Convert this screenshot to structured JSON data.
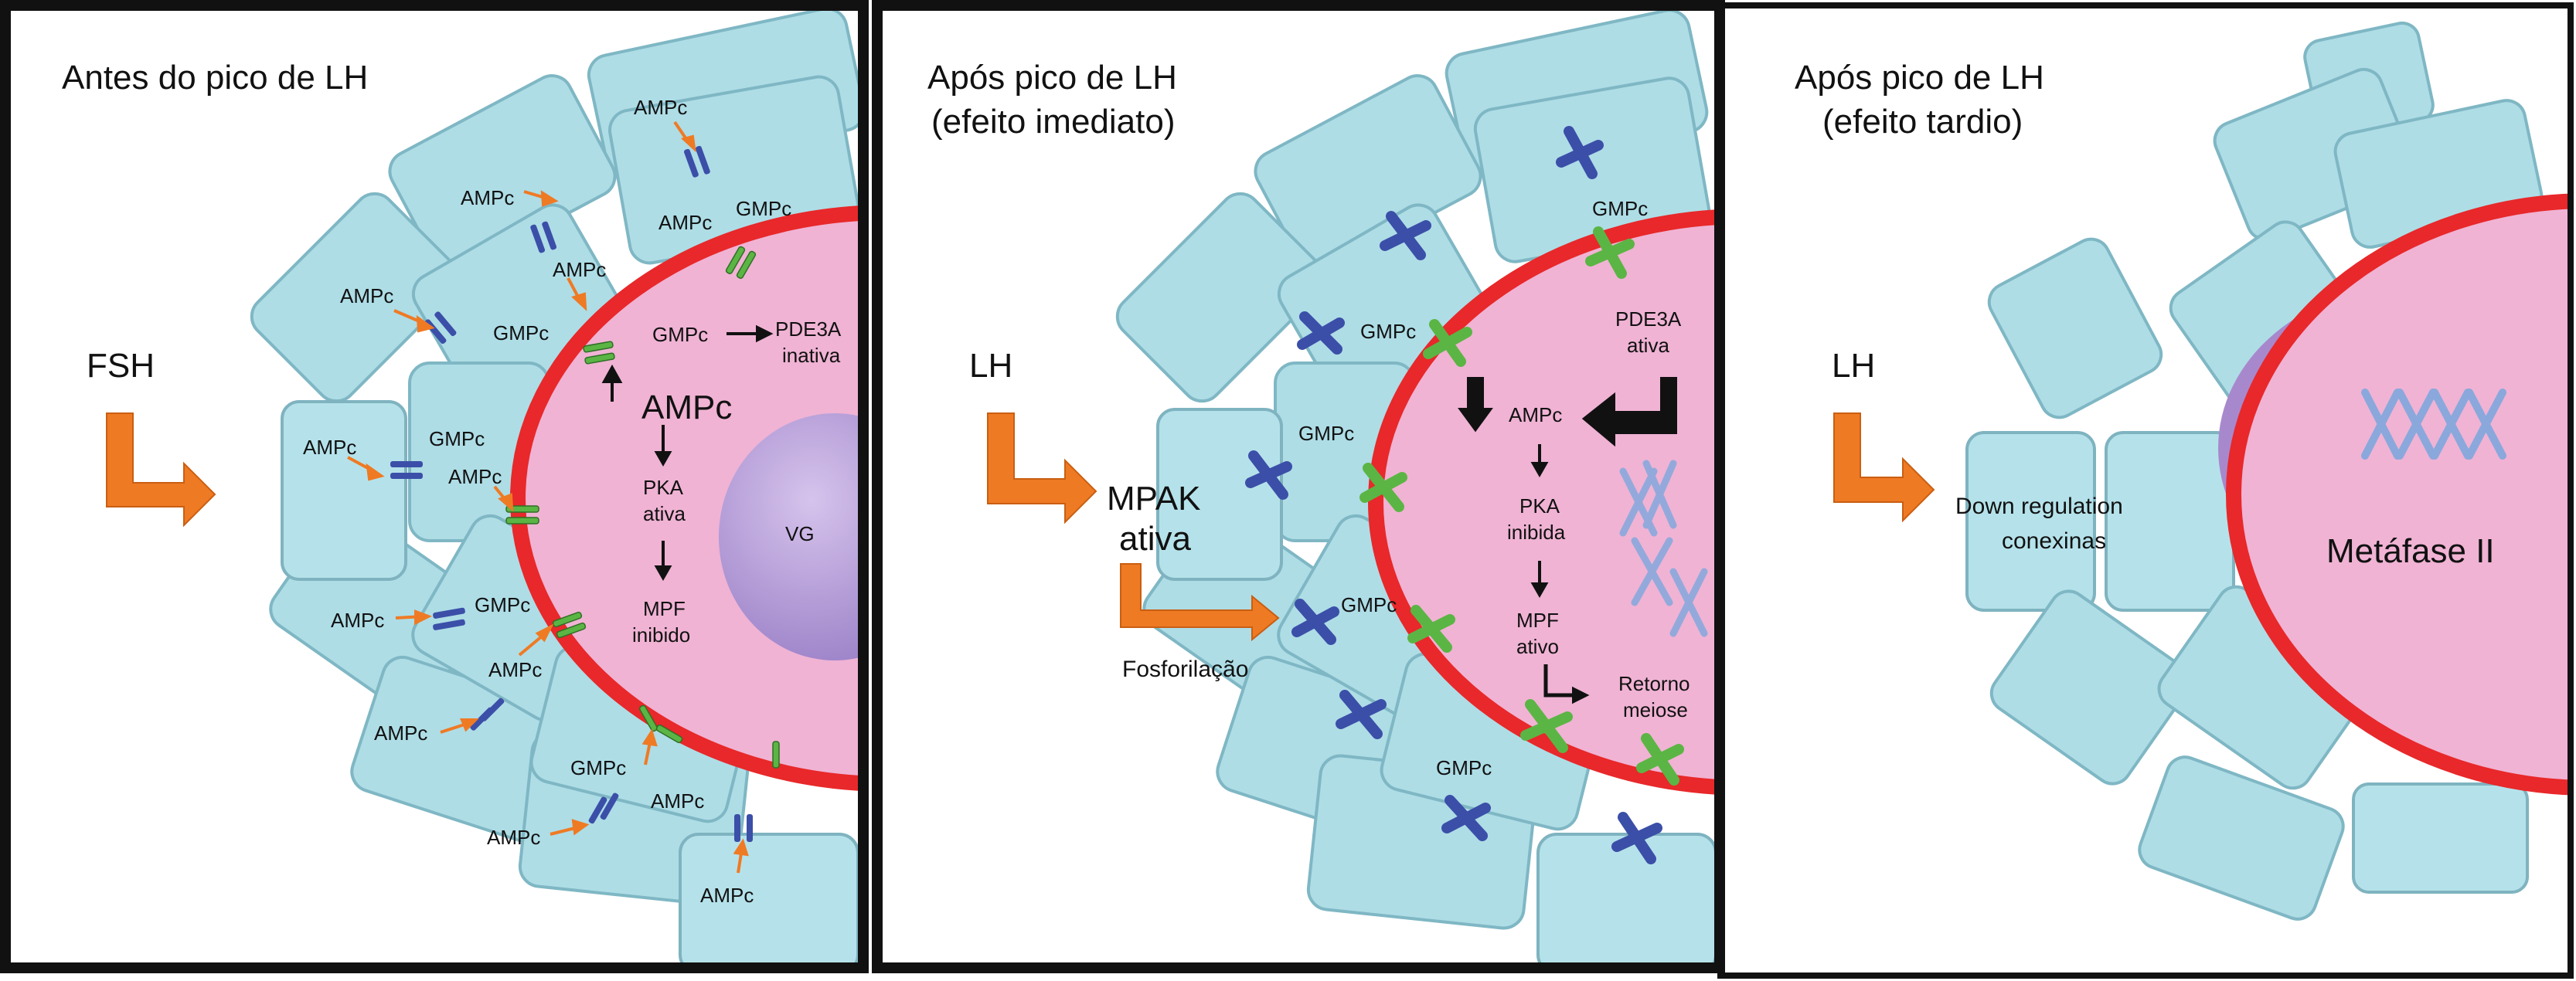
{
  "panels": [
    {
      "title_line1": "Antes do pico de LH",
      "title_line2": "",
      "stimulus": "FSH",
      "labels": {
        "ampc": "AMPc",
        "gmpc": "GMPc",
        "ampc_center": "AMPc",
        "pde3a": "PDE3A",
        "pde3a_state": "inativa",
        "pka": "PKA",
        "pka_state": "ativa",
        "mpf": "MPF",
        "mpf_state": "inibido",
        "vg": "VG"
      }
    },
    {
      "title_line1": "Após pico de LH",
      "title_line2": "(efeito imediato)",
      "stimulus": "LH",
      "labels": {
        "mpak": "MPAK",
        "mpak_state": "ativa",
        "fosforilacao": "Fosforilação",
        "gmpc": "GMPc",
        "pde3a": "PDE3A",
        "pde3a_state": "ativa",
        "ampc": "AMPc",
        "pka": "PKA",
        "pka_state": "inibida",
        "mpf": "MPF",
        "mpf_state": "ativo",
        "retorno": "Retorno",
        "meiose": "meiose"
      }
    },
    {
      "title_line1": "Após pico de LH",
      "title_line2": "(efeito tardio)",
      "stimulus": "LH",
      "labels": {
        "down1": "Down regulation",
        "down2": "conexinas",
        "metafase": "Metáfase II"
      }
    }
  ],
  "colors": {
    "cell": "#aedde6",
    "oocyte": "#f0b3d4",
    "membrane": "#e8282a",
    "arrow": "#ef7a24",
    "junction_blue": "#3b4fa8",
    "junction_green": "#5bb544",
    "vg": "#b79ad6",
    "chromosome": "#8aa8dc"
  }
}
